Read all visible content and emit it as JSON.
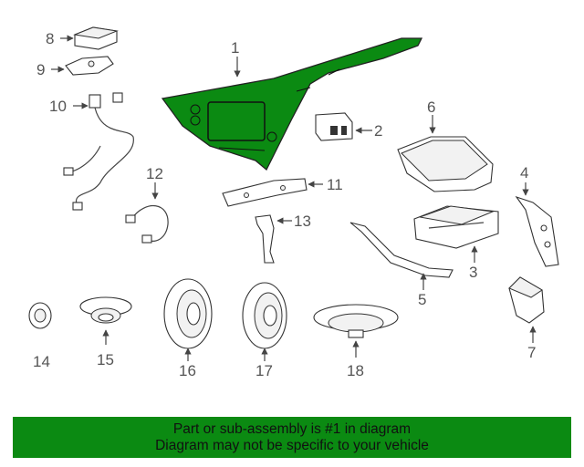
{
  "callouts": [
    {
      "id": "1",
      "label": "1"
    },
    {
      "id": "2",
      "label": "2"
    },
    {
      "id": "3",
      "label": "3"
    },
    {
      "id": "4",
      "label": "4"
    },
    {
      "id": "5",
      "label": "5"
    },
    {
      "id": "6",
      "label": "6"
    },
    {
      "id": "7",
      "label": "7"
    },
    {
      "id": "8",
      "label": "8"
    },
    {
      "id": "9",
      "label": "9"
    },
    {
      "id": "10",
      "label": "10"
    },
    {
      "id": "11",
      "label": "11"
    },
    {
      "id": "12",
      "label": "12"
    },
    {
      "id": "13",
      "label": "13"
    },
    {
      "id": "14",
      "label": "14"
    },
    {
      "id": "15",
      "label": "15"
    },
    {
      "id": "16",
      "label": "16"
    },
    {
      "id": "17",
      "label": "17"
    },
    {
      "id": "18",
      "label": "18"
    }
  ],
  "highlight_color": "#0b8a12",
  "banner": {
    "line1": "Part or sub-assembly is #1 in diagram",
    "line2": "Diagram may not be specific to your vehicle"
  }
}
